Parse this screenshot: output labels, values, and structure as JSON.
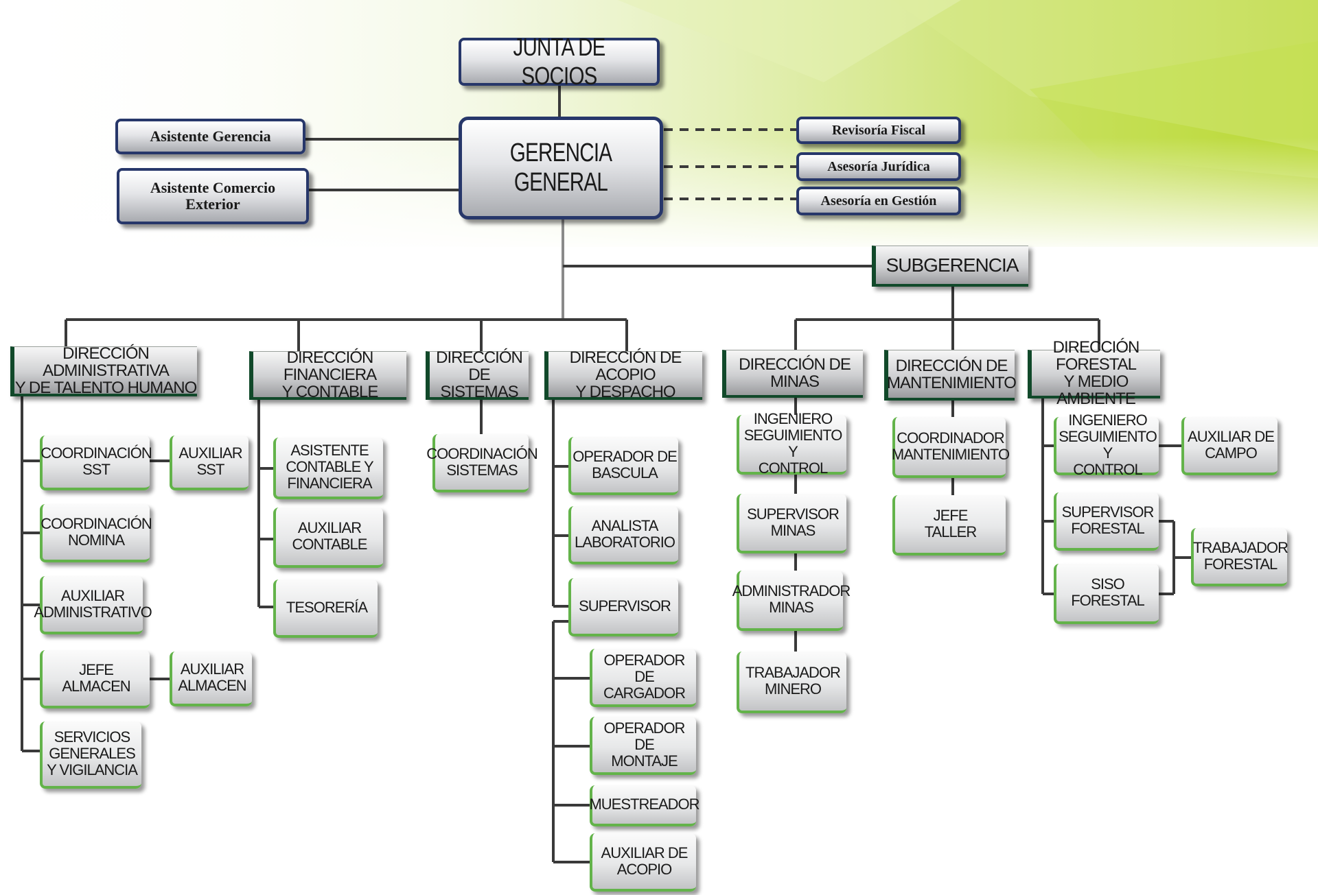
{
  "top": {
    "junta": "JUNTA DE SOCIOS",
    "gerencia": "GERENCIA GENERAL",
    "asistente_gerencia": "Asistente Gerencia",
    "asistente_comercio": [
      "Asistente Comercio",
      "Exterior"
    ],
    "revisoria": "Revisoría Fiscal",
    "asesoria_juridica": "Asesoría Jurídica",
    "asesoria_gestion": "Asesoría en Gestión",
    "subgerencia": "SUBGERENCIA"
  },
  "directions": {
    "administrativa": [
      "DIRECCIÓN ADMINISTRATIVA",
      "Y DE TALENTO HUMANO"
    ],
    "financiera": [
      "DIRECCIÓN FINANCIERA",
      "Y CONTABLE"
    ],
    "sistemas": [
      "DIRECCIÓN DE",
      "SISTEMAS"
    ],
    "acopio": [
      "DIRECCIÓN DE ACOPIO",
      "Y DESPACHO"
    ],
    "minas": [
      "DIRECCIÓN DE",
      "MINAS"
    ],
    "mantenimiento": [
      "DIRECCIÓN DE",
      "MANTENIMIENTO"
    ],
    "forestal": [
      "DIRECCIÓN FORESTAL",
      "Y MEDIO AMBIENTE"
    ]
  },
  "positions": {
    "coord_sst": [
      "COORDINACIÓN",
      "SST"
    ],
    "aux_sst": [
      "AUXILIAR",
      "SST"
    ],
    "coord_nomina": [
      "COORDINACIÓN",
      "NOMINA"
    ],
    "aux_admin": [
      "AUXILIAR",
      "ADMINISTRATIVO"
    ],
    "jefe_almacen": [
      "JEFE",
      "ALMACEN"
    ],
    "aux_almacen": [
      "AUXILIAR",
      "ALMACEN"
    ],
    "servicios": [
      "SERVICIOS",
      "GENERALES",
      "Y VIGILANCIA"
    ],
    "asistente_contable": [
      "ASISTENTE",
      "CONTABLE Y",
      "FINANCIERA"
    ],
    "aux_contable": [
      "AUXILIAR",
      "CONTABLE"
    ],
    "tesoreria": [
      "TESORERÍA"
    ],
    "coord_sistemas": [
      "COORDINACIÓN",
      "SISTEMAS"
    ],
    "op_bascula": [
      "OPERADOR DE",
      "BASCULA"
    ],
    "analista": [
      "ANALISTA",
      "LABORATORIO"
    ],
    "supervisor": [
      "SUPERVISOR"
    ],
    "op_cargador": [
      "OPERADOR DE",
      "CARGADOR"
    ],
    "op_montaje": [
      "OPERADOR DE",
      "MONTAJE"
    ],
    "muestreador": [
      "MUESTREADOR"
    ],
    "aux_acopio": [
      "AUXILIAR DE",
      "ACOPIO"
    ],
    "ing_minas": [
      "INGENIERO",
      "SEGUIMIENTO Y",
      "CONTROL"
    ],
    "sup_minas": [
      "SUPERVISOR",
      "MINAS"
    ],
    "admin_minas": [
      "ADMINISTRADOR",
      "MINAS"
    ],
    "trab_minero": [
      "TRABAJADOR",
      "MINERO"
    ],
    "coord_mant": [
      "COORDINADOR",
      "MANTENIMIENTO"
    ],
    "jefe_taller": [
      "JEFE",
      "TALLER"
    ],
    "ing_forestal": [
      "INGENIERO",
      "SEGUIMIENTO Y",
      "CONTROL"
    ],
    "aux_campo": [
      "AUXILIAR DE",
      "CAMPO"
    ],
    "sup_forestal": [
      "SUPERVISOR",
      "FORESTAL"
    ],
    "siso_forestal": [
      "SISO",
      "FORESTAL"
    ],
    "trab_forestal": [
      "TRABAJADOR",
      "FORESTAL"
    ]
  },
  "colors": {
    "navy_border": "#27376a",
    "direction_border": "#11492a",
    "position_border": "#63b34a",
    "connector": "#3a3a3a",
    "background_accent": "#b6d62a"
  }
}
